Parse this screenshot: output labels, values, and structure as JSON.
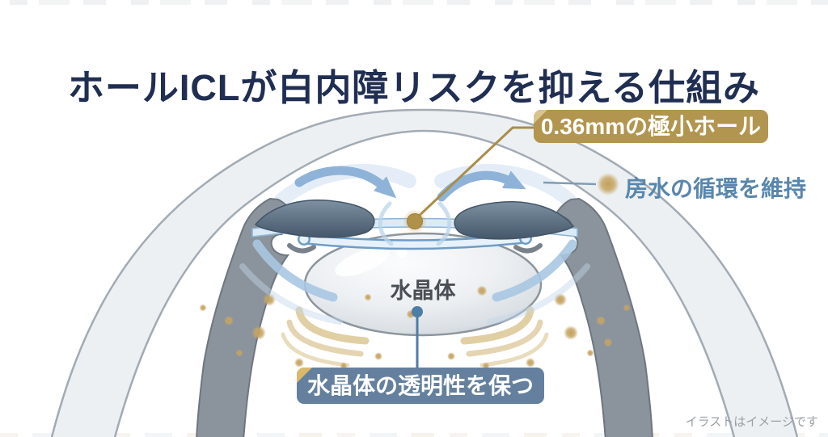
{
  "title": "ホールICLが白内障リスクを抑える仕組み",
  "diagram": {
    "hole_callout": {
      "label": "0.36mmの極小ホール"
    },
    "aqueous_callout": {
      "label": "房水の循環を維持"
    },
    "lens_label": "水晶体",
    "transparency_callout": {
      "label": "水晶体の透明性を保つ"
    }
  },
  "footnote": "イラストはイメージです",
  "colors": {
    "title_navy": "#202e52",
    "gold_badge": "#b2954e",
    "gold_fold": "#d9c48e",
    "gold_line": "#a98e49",
    "gold_sparkle": "#c6a666",
    "blue_badge": "#64809e",
    "blue_badge_fold": "#d9b96a",
    "blue_text": "#5886ad",
    "callout_line_blue": "#4e7da6",
    "arrow_blue": "#8fb3d8",
    "icl_blue": "#dbeaf8",
    "iris_slate": "#56687a",
    "cornea_gray": "#edf0f3",
    "sclera_gray": "#8b949c",
    "lens_gray": "#d7dce0",
    "footnote_gray": "#9aa0a6"
  }
}
